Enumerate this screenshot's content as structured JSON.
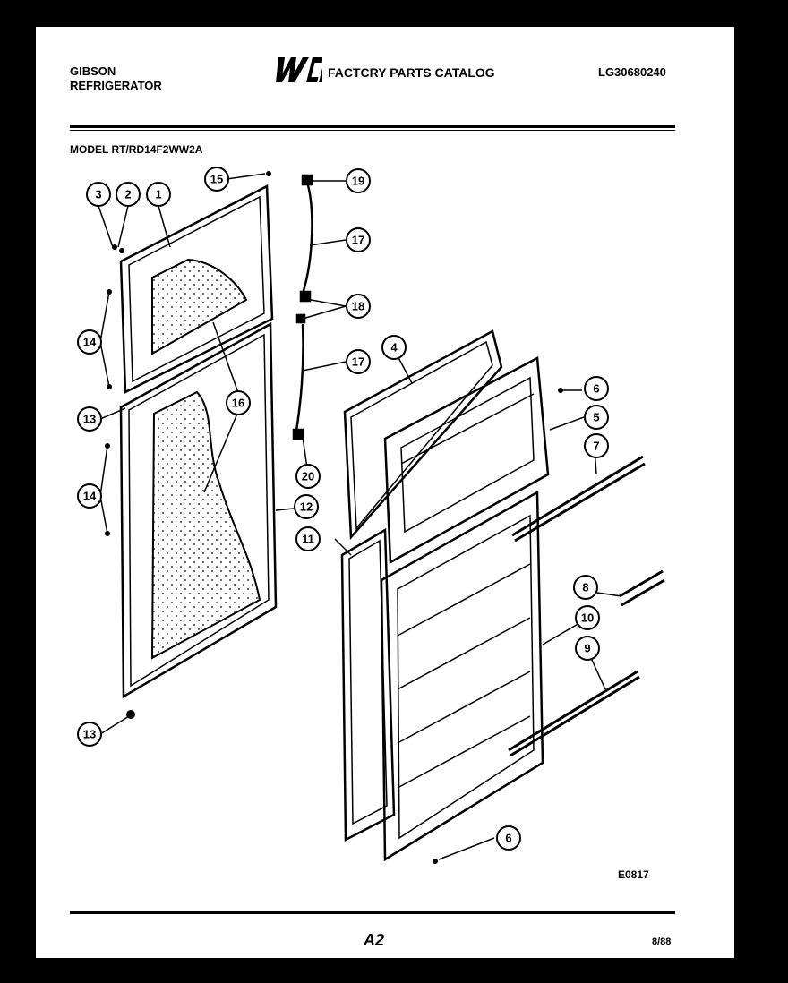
{
  "header": {
    "brand_line1": "GIBSON",
    "brand_line2": "REFRIGERATOR",
    "catalog_title": "FACTCRY PARTS CATALOG",
    "part_number": "LG30680240",
    "logo_text": "WCI"
  },
  "model": "MODEL RT/RD14F2WW2A",
  "callouts": [
    "1",
    "2",
    "3",
    "4",
    "5",
    "6",
    "6",
    "7",
    "8",
    "9",
    "10",
    "11",
    "12",
    "13",
    "13",
    "14",
    "14",
    "15",
    "16",
    "17",
    "17",
    "18",
    "19",
    "20"
  ],
  "drawing_code": "E0817",
  "footer": {
    "page": "A2",
    "date": "8/88"
  }
}
